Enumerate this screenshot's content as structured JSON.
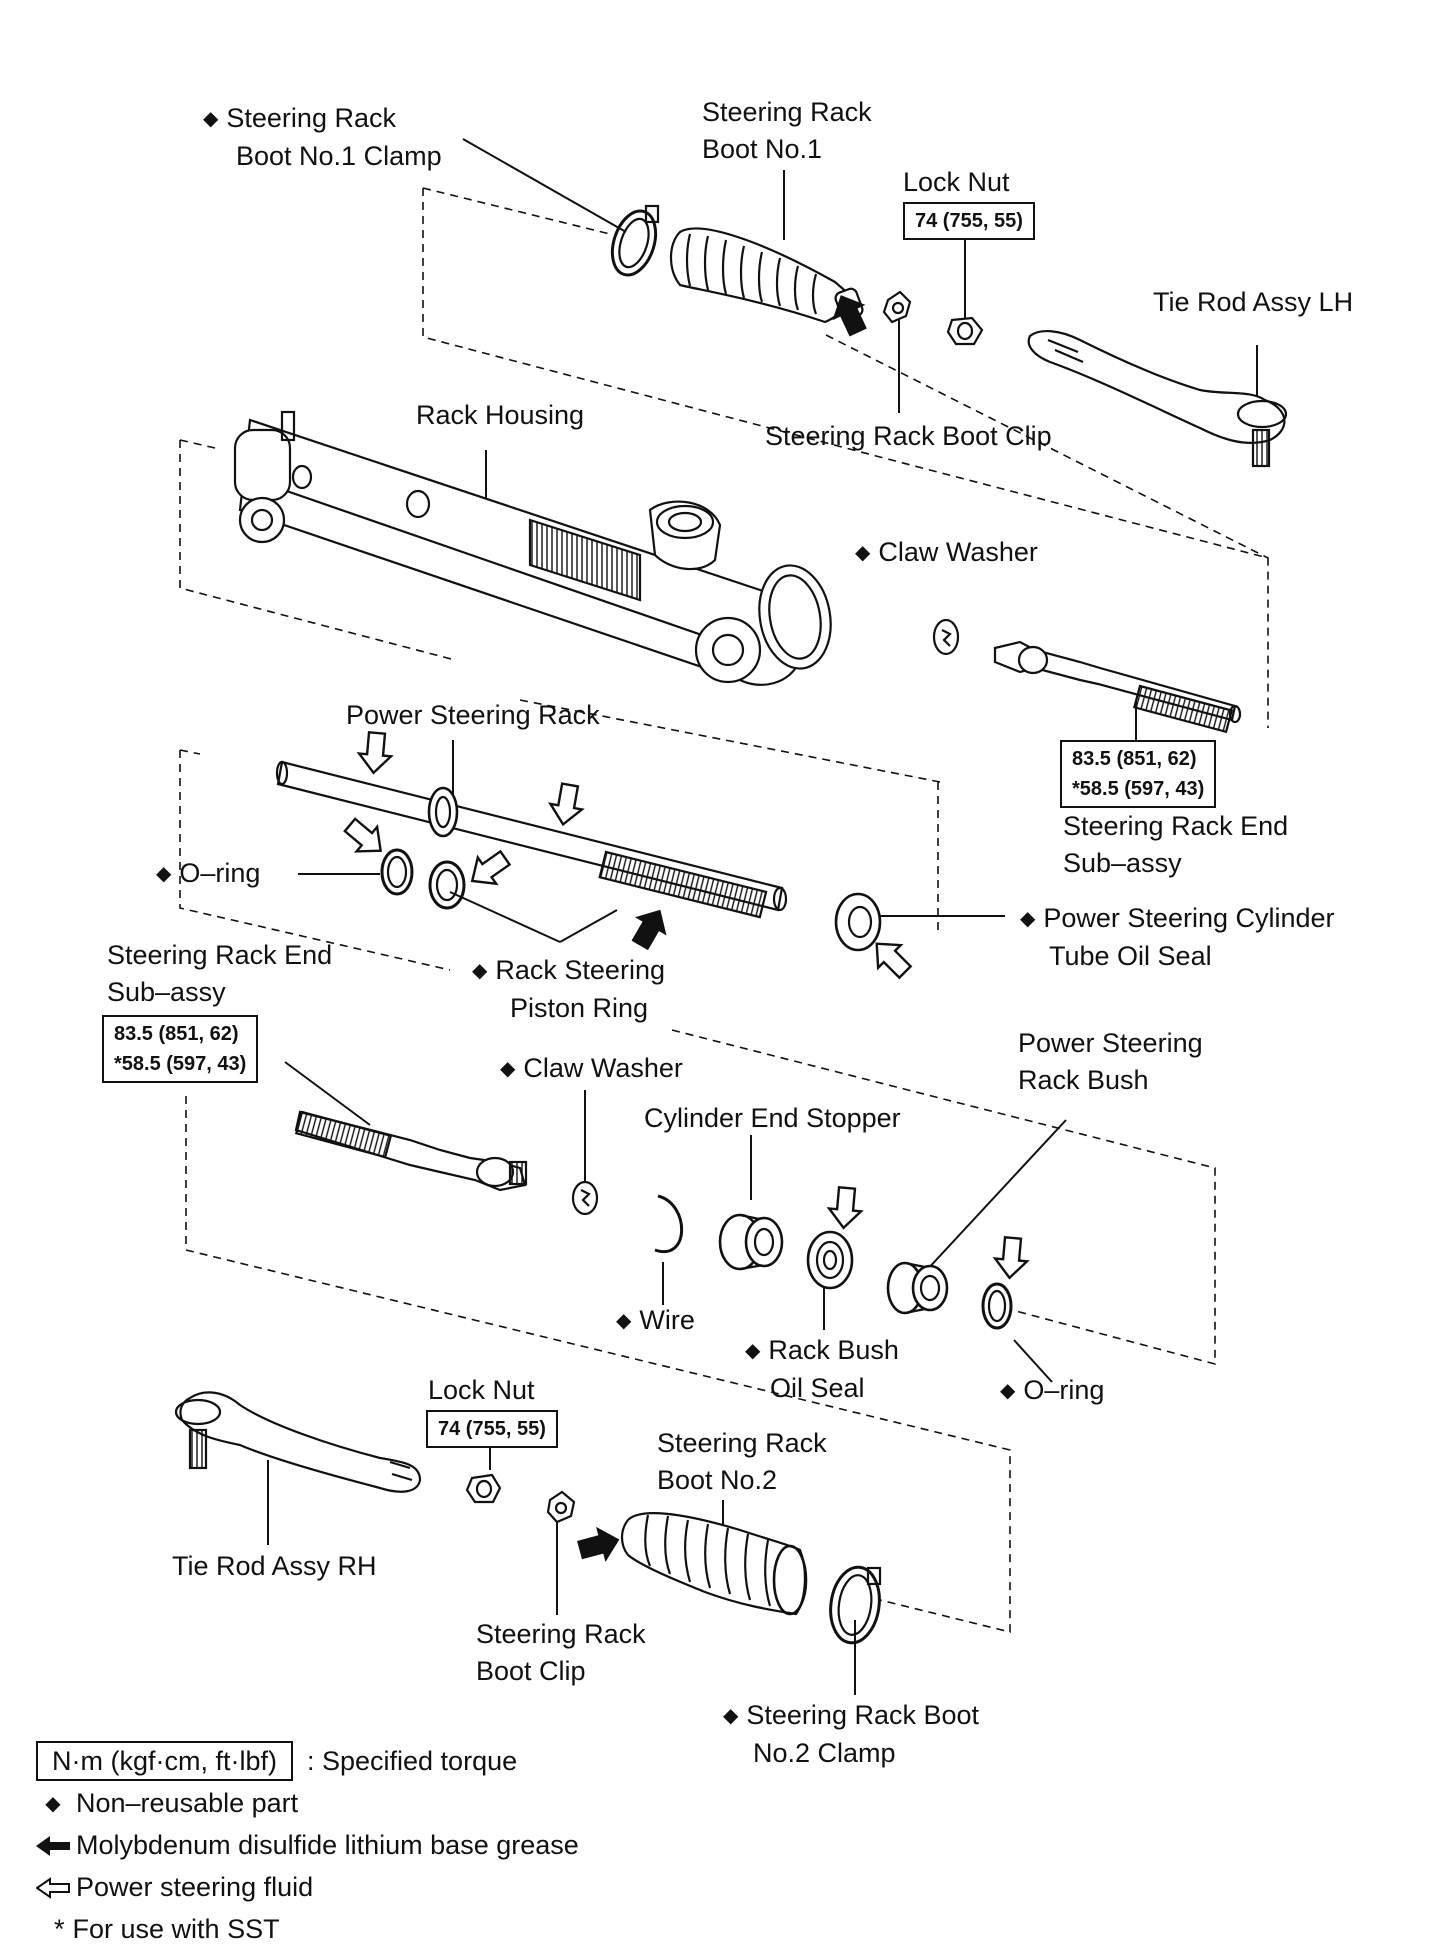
{
  "colors": {
    "ink": "#111111",
    "background": "#ffffff"
  },
  "labels": {
    "boot1_clamp": [
      "Steering Rack",
      "Boot No.1 Clamp"
    ],
    "boot1": [
      "Steering Rack",
      "Boot No.1"
    ],
    "lock_nut_top": "Lock Nut",
    "tie_rod_lh": "Tie Rod Assy LH",
    "boot_clip_top": "Steering Rack Boot Clip",
    "rack_housing": "Rack Housing",
    "claw_washer_top": "Claw Washer",
    "power_steering_rack": "Power Steering Rack",
    "rack_end_right": [
      "Steering Rack End",
      "Sub–assy"
    ],
    "o_ring_left": "O–ring",
    "cyl_tube_oil_seal": [
      "Power Steering Cylinder",
      "Tube Oil Seal"
    ],
    "rack_end_left": [
      "Steering Rack End",
      "Sub–assy"
    ],
    "piston_ring": [
      "Rack Steering",
      "Piston Ring"
    ],
    "claw_washer_mid": "Claw Washer",
    "rack_bush": [
      "Power Steering",
      "Rack Bush"
    ],
    "cyl_end_stopper": "Cylinder End Stopper",
    "wire": "Wire",
    "rack_bush_oil_seal": [
      "Rack Bush",
      "Oil Seal"
    ],
    "o_ring_right": "O–ring",
    "lock_nut_bottom": "Lock Nut",
    "boot2": [
      "Steering Rack",
      "Boot No.2"
    ],
    "tie_rod_rh": "Tie Rod Assy RH",
    "boot_clip_bottom": [
      "Steering Rack",
      "Boot Clip"
    ],
    "boot2_clamp": [
      "Steering Rack Boot",
      "No.2 Clamp"
    ]
  },
  "non_reusable_mark": "◆",
  "torques": {
    "lock_nut_top": "74 (755, 55)",
    "rack_end_right": [
      "83.5 (851, 62)",
      "*58.5 (597, 43)"
    ],
    "rack_end_left": [
      "83.5 (851, 62)",
      "*58.5 (597, 43)"
    ],
    "lock_nut_bottom": "74 (755, 55)"
  },
  "legend": {
    "unit": "N·m (kgf·cm, ft·lbf)",
    "specified_torque": ": Specified torque",
    "non_reusable": "Non–reusable part",
    "grease": "Molybdenum disulfide lithium base grease",
    "fluid": "Power steering fluid",
    "sst_mark": "*",
    "sst": "For use with SST"
  }
}
